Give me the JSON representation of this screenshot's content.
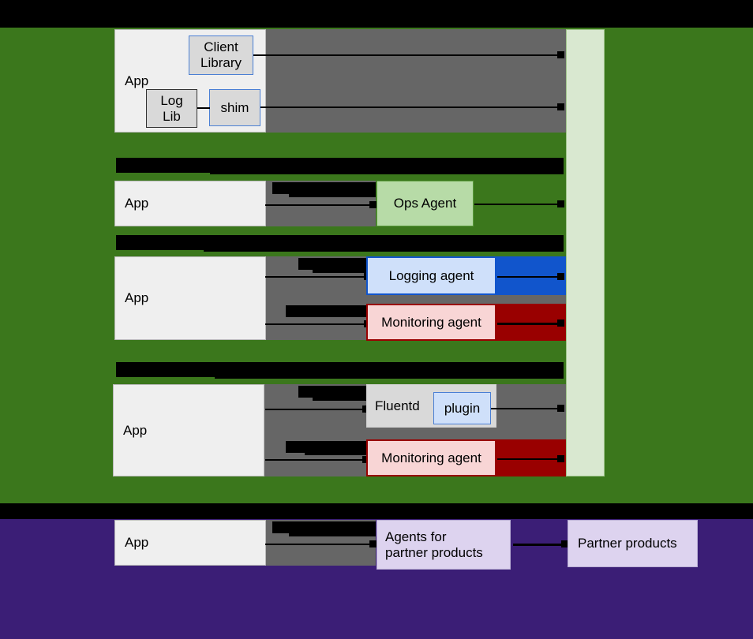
{
  "diagram": {
    "title_bar_redacted": true,
    "sections": [
      {
        "id": "client-library",
        "app_label": "App",
        "components": [
          {
            "name": "client-library",
            "label": "Client Library"
          },
          {
            "name": "log-lib",
            "label": "Log Lib"
          },
          {
            "name": "shim",
            "label": "shim"
          }
        ]
      },
      {
        "id": "ops-agent",
        "header_redacted": true,
        "app_label": "App",
        "components": [
          {
            "name": "ops-agent",
            "label": "Ops Agent"
          }
        ]
      },
      {
        "id": "legacy-agents",
        "header_redacted": true,
        "app_label": "App",
        "components": [
          {
            "name": "logging-agent",
            "label": "Logging agent"
          },
          {
            "name": "monitoring-agent",
            "label": "Monitoring agent"
          }
        ]
      },
      {
        "id": "fluentd",
        "header_redacted": true,
        "app_label": "App",
        "components": [
          {
            "name": "fluentd",
            "label": "Fluentd"
          },
          {
            "name": "plugin",
            "label": "plugin"
          },
          {
            "name": "monitoring-agent",
            "label": "Monitoring agent"
          }
        ]
      },
      {
        "id": "partner",
        "header_redacted": true,
        "app_label": "App",
        "components": [
          {
            "name": "agents-for-partner-products",
            "label": "Agents for\npartner products"
          },
          {
            "name": "partner-products",
            "label": "Partner products"
          }
        ]
      }
    ],
    "labels": {
      "app": "App",
      "client_library": "Client Library",
      "log_lib": "Log Lib",
      "shim": "shim",
      "ops_agent": "Ops Agent",
      "logging_agent": "Logging agent",
      "monitoring_agent": "Monitoring agent",
      "fluentd": "Fluentd",
      "plugin": "plugin",
      "agents_partner_line1": "Agents for",
      "agents_partner_line2": "partner products",
      "partner_products": "Partner products"
    },
    "colors": {
      "background_green": "#3b771c",
      "background_purple": "#3b1e76",
      "background_black": "#000000",
      "pipe_gray": "#666666",
      "pipe_blue": "#1155cc",
      "pipe_red": "#990000",
      "pipe_light_green": "#d9e8d0",
      "app_box": "#efefef",
      "ops_agent_box": "#b7dba7",
      "logging_agent_box": "#cfe0fa",
      "monitoring_agent_box": "#f8d5d5",
      "fluentd_box": "#d9d9d9",
      "plugin_box": "#cfe0fa",
      "partner_box": "#ddd3ef"
    }
  }
}
